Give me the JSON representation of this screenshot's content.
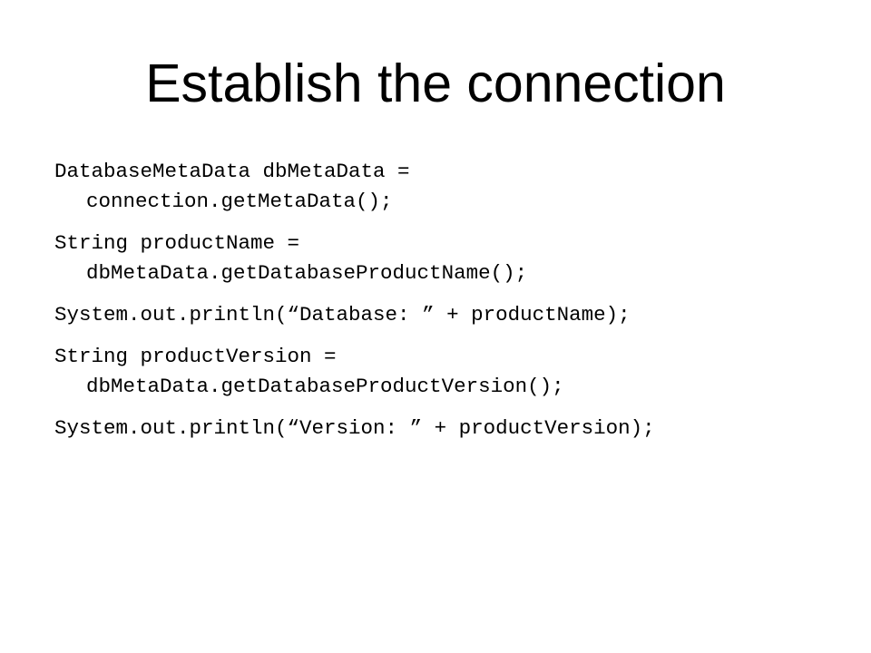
{
  "slide": {
    "title": "Establish the connection",
    "code": [
      [
        "DatabaseMetaData dbMetaData =",
        "connection.getMetaData();"
      ],
      [
        "String productName =",
        "dbMetaData.getDatabaseProductName();"
      ],
      [
        "System.out.println(“Database: ” + productName);"
      ],
      [
        "String productVersion =",
        "dbMetaData.getDatabaseProductVersion();"
      ],
      [
        "System.out.println(“Version: ” + productVersion);"
      ]
    ]
  }
}
